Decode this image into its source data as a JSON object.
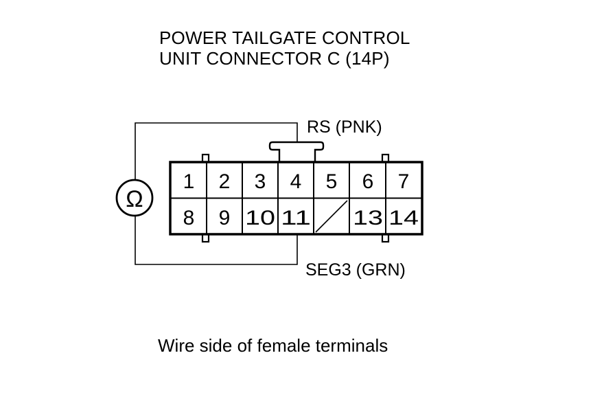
{
  "title": {
    "line1": "POWER TAILGATE CONTROL",
    "line2": "UNIT CONNECTOR C (14P)"
  },
  "meter": {
    "symbol": "Ω",
    "icon": "ohmmeter-icon"
  },
  "probes": {
    "top": "RS (PNK)",
    "bottom": "SEG3 (GRN)"
  },
  "connector": {
    "top_row": [
      "1",
      "2",
      "3",
      "4",
      "5",
      "6",
      "7"
    ],
    "bottom_row": [
      "8",
      "9",
      "10",
      "11",
      "",
      "13",
      "14"
    ],
    "empty_cavity_index": 4
  },
  "caption": "Wire side of female terminals"
}
